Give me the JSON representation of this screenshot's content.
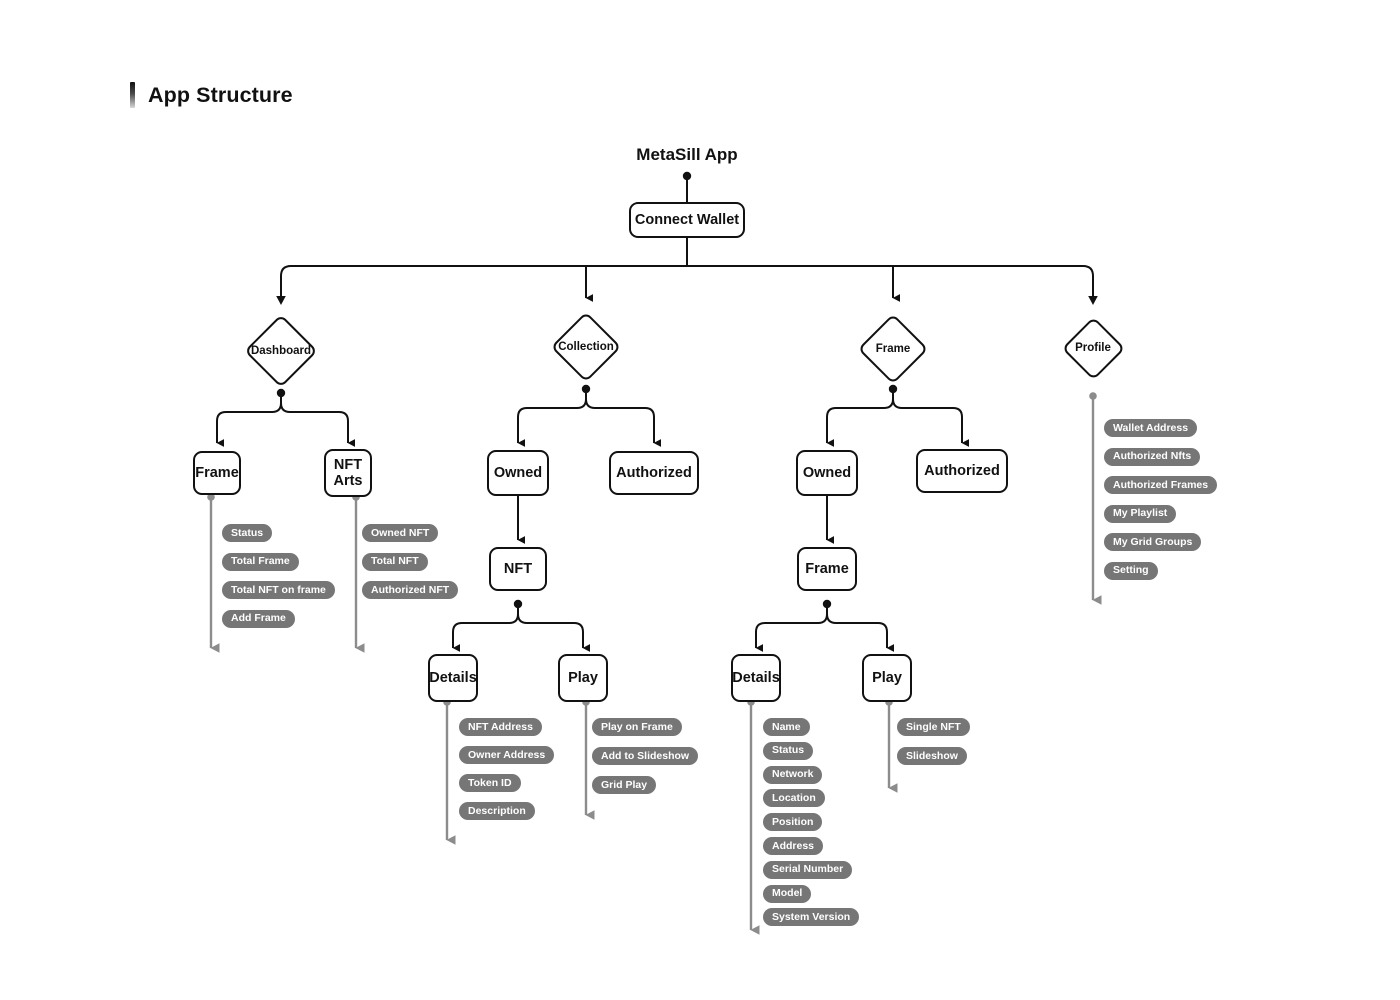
{
  "header": {
    "title": "App Structure",
    "accent_bar_color": "#111111"
  },
  "diagram": {
    "type": "tree-flowchart",
    "root_label": "MetaSill App",
    "colors": {
      "node_stroke": "#111111",
      "node_fill": "#ffffff",
      "pill_fill": "#767676",
      "pill_text": "#ffffff",
      "edge_primary": "#111111",
      "edge_secondary": "#8c8c8c",
      "background": "#ffffff"
    },
    "entry_node": {
      "label": "Connect Wallet"
    },
    "sections": [
      {
        "id": "dashboard",
        "label": "Dashboard",
        "shape": "diamond",
        "children": [
          {
            "id": "dashboard-frame",
            "label": "Frame",
            "shape": "rounded-rect",
            "leaves": [
              "Status",
              "Total Frame",
              "Total NFT on frame",
              "Add Frame"
            ]
          },
          {
            "id": "dashboard-nft-arts",
            "label": "NFT\nArts",
            "label_line1": "NFT",
            "label_line2": "Arts",
            "shape": "rounded-rect",
            "leaves": [
              "Owned NFT",
              "Total NFT",
              "Authorized NFT"
            ]
          }
        ]
      },
      {
        "id": "collection",
        "label": "Collection",
        "shape": "diamond",
        "children": [
          {
            "id": "collection-owned",
            "label": "Owned",
            "shape": "rounded-rect",
            "children": [
              {
                "id": "collection-nft",
                "label": "NFT",
                "shape": "rounded-rect",
                "children": [
                  {
                    "id": "collection-nft-details",
                    "label": "Details",
                    "shape": "rounded-rect",
                    "leaves": [
                      "NFT Address",
                      "Owner Address",
                      "Token ID",
                      "Description"
                    ]
                  },
                  {
                    "id": "collection-nft-play",
                    "label": "Play",
                    "shape": "rounded-rect",
                    "leaves": [
                      "Play on Frame",
                      "Add to Slideshow",
                      "Grid Play"
                    ]
                  }
                ]
              }
            ]
          },
          {
            "id": "collection-authorized",
            "label": "Authorized",
            "shape": "rounded-rect"
          }
        ]
      },
      {
        "id": "frame",
        "label": "Frame",
        "shape": "diamond",
        "children": [
          {
            "id": "frame-owned",
            "label": "Owned",
            "shape": "rounded-rect",
            "children": [
              {
                "id": "frame-frame",
                "label": "Frame",
                "shape": "rounded-rect",
                "children": [
                  {
                    "id": "frame-details",
                    "label": "Details",
                    "shape": "rounded-rect",
                    "leaves": [
                      "Name",
                      "Status",
                      "Network",
                      "Location",
                      "Position",
                      "Address",
                      "Serial Number",
                      "Model",
                      "System Version"
                    ]
                  },
                  {
                    "id": "frame-play",
                    "label": "Play",
                    "shape": "rounded-rect",
                    "leaves": [
                      "Single NFT",
                      "Slideshow"
                    ]
                  }
                ]
              }
            ]
          },
          {
            "id": "frame-authorized",
            "label": "Authorized",
            "shape": "rounded-rect"
          }
        ]
      },
      {
        "id": "profile",
        "label": "Profile",
        "shape": "diamond",
        "leaves": [
          "Wallet Address",
          "Authorized Nfts",
          "Authorized Frames",
          "My Playlist",
          "My Grid Groups",
          "Setting"
        ]
      }
    ]
  },
  "nodes": {
    "root_label": "MetaSill App",
    "connect_wallet": "Connect Wallet",
    "dashboard": "Dashboard",
    "collection": "Collection",
    "frame": "Frame",
    "profile": "Profile",
    "dash_frame": "Frame",
    "dash_nft_line1": "NFT",
    "dash_nft_line2": "Arts",
    "coll_owned": "Owned",
    "coll_authorized": "Authorized",
    "coll_nft": "NFT",
    "coll_details": "Details",
    "coll_play": "Play",
    "frm_owned": "Owned",
    "frm_authorized": "Authorized",
    "frm_frame": "Frame",
    "frm_details": "Details",
    "frm_play": "Play"
  },
  "pills": {
    "dash_frame": [
      "Status",
      "Total Frame",
      "Total NFT on frame",
      "Add Frame"
    ],
    "dash_nft_arts": [
      "Owned NFT",
      "Total NFT",
      "Authorized NFT"
    ],
    "coll_details": [
      "NFT Address",
      "Owner Address",
      "Token ID",
      "Description"
    ],
    "coll_play": [
      "Play on Frame",
      "Add to Slideshow",
      "Grid Play"
    ],
    "frm_details": [
      "Name",
      "Status",
      "Network",
      "Location",
      "Position",
      "Address",
      "Serial Number",
      "Model",
      "System Version"
    ],
    "frm_play": [
      "Single NFT",
      "Slideshow"
    ],
    "profile": [
      "Wallet Address",
      "Authorized Nfts",
      "Authorized Frames",
      "My Playlist",
      "My Grid Groups",
      "Setting"
    ]
  }
}
